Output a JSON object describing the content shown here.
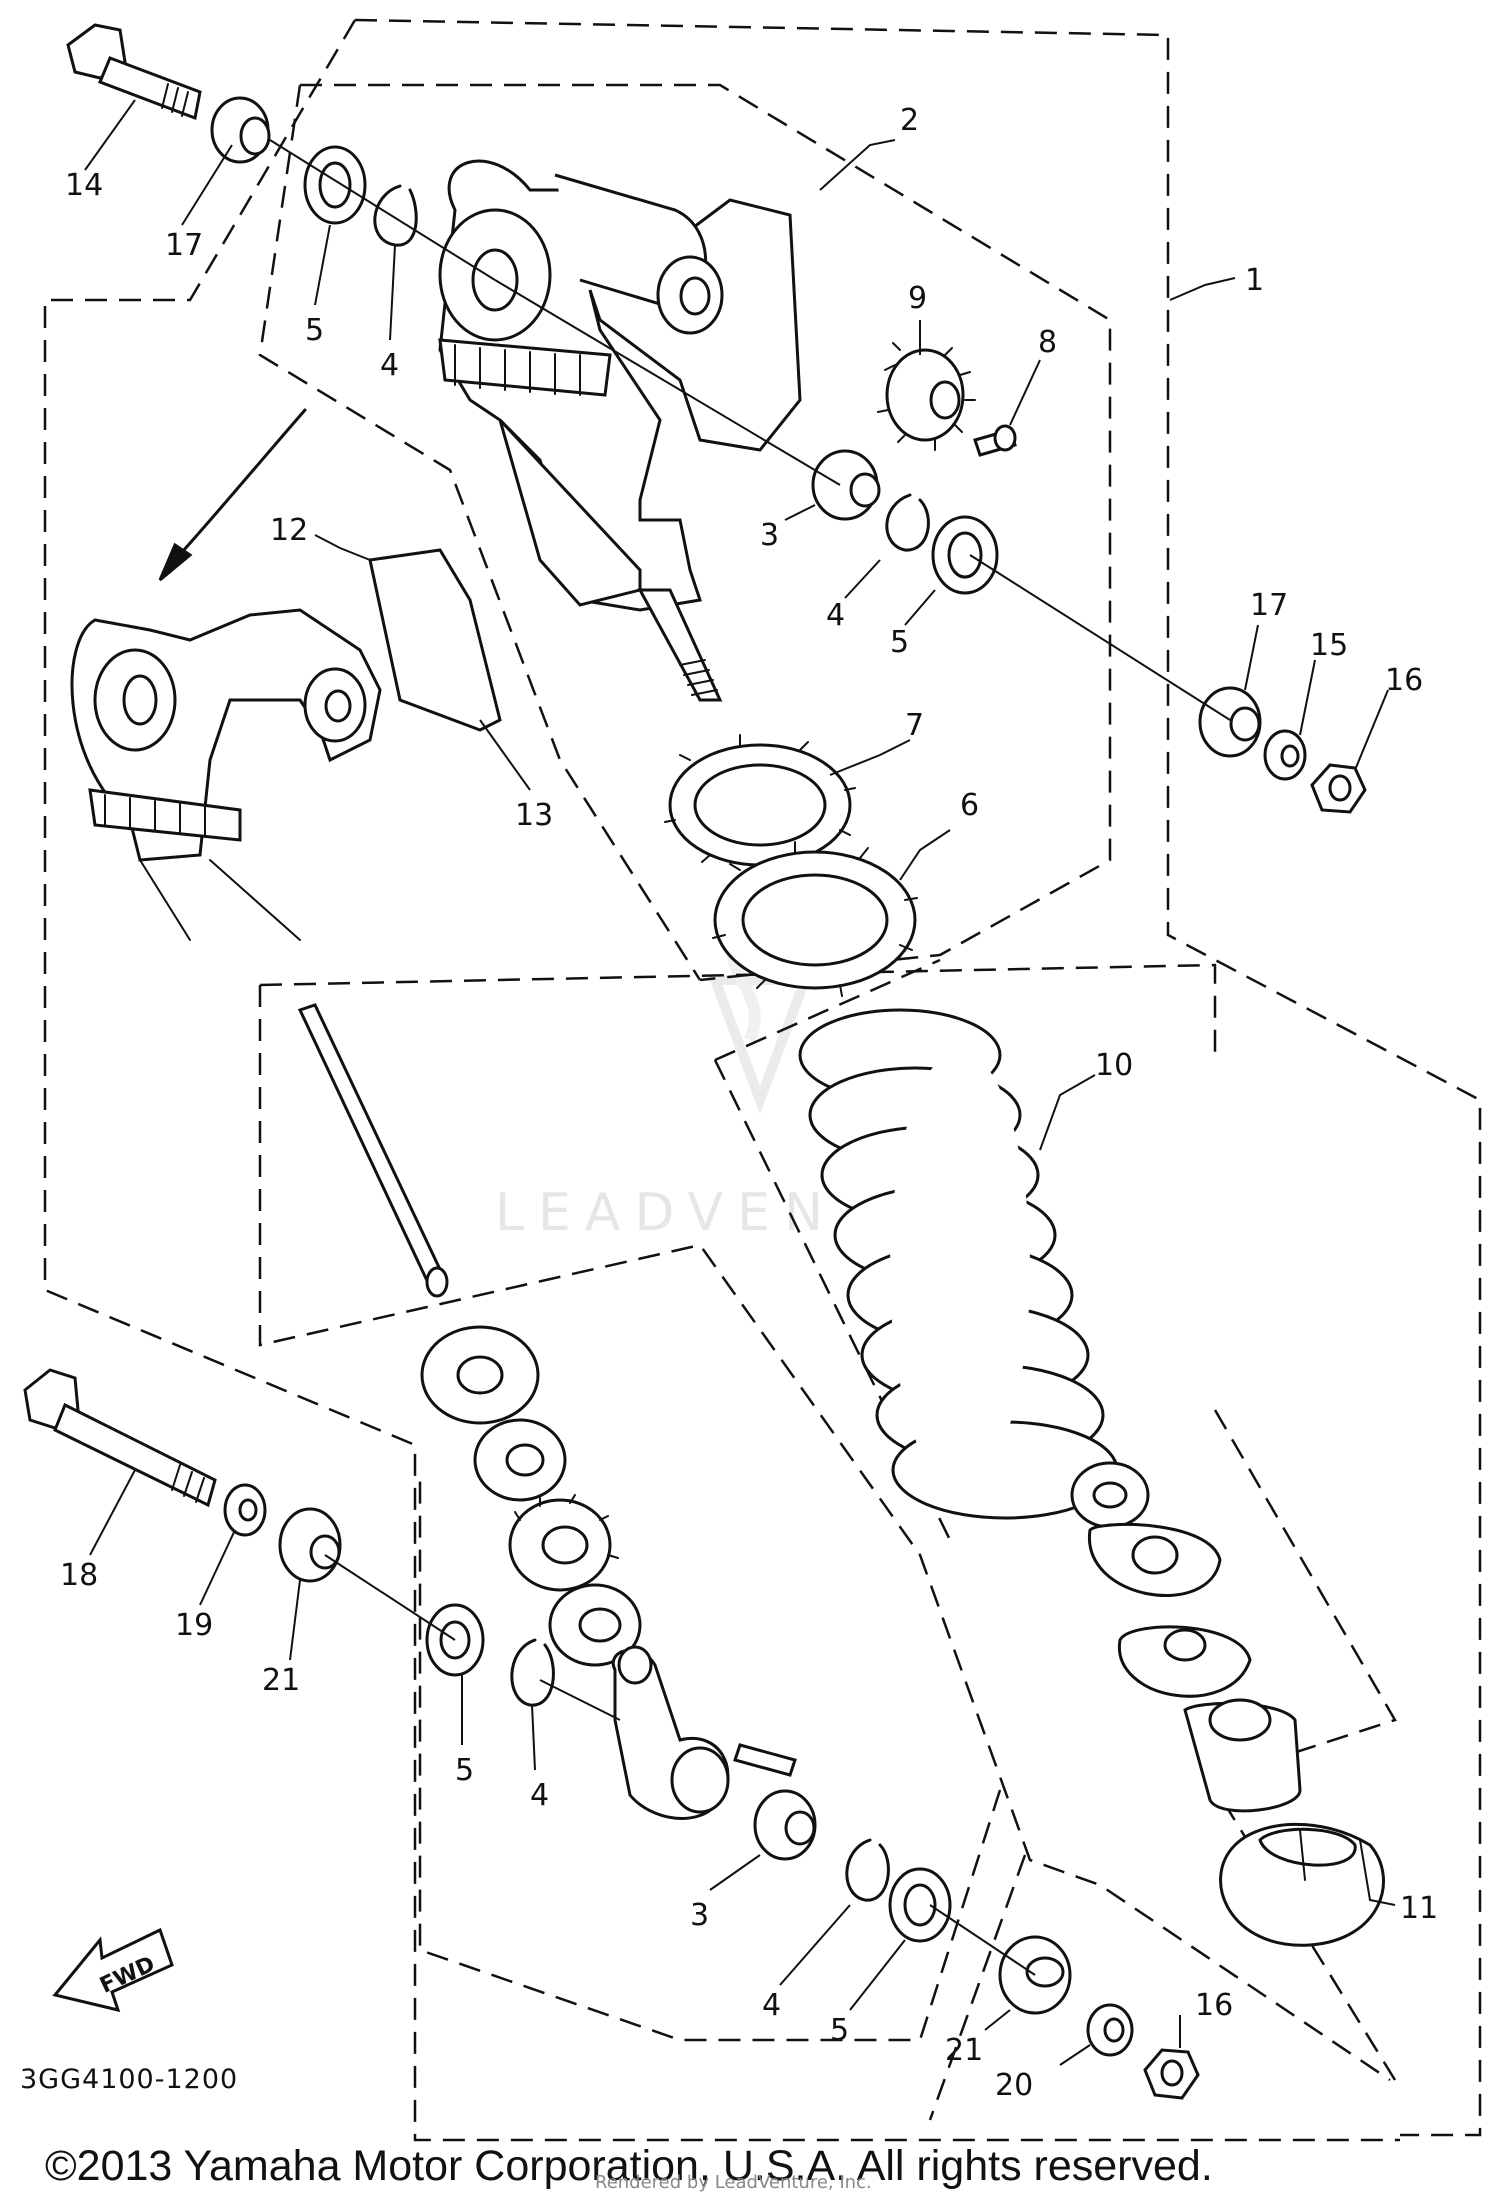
{
  "diagram_code": "3GG4100-1200",
  "copyright": "©2013 Yamaha Motor Corporation, U.S.A. All rights reserved.",
  "watermark": "LEADVENTURE",
  "sub_watermark": "Rendered by LeadVenture, Inc.",
  "fwd_label": "FWD",
  "callouts": {
    "c14": "14",
    "c17a": "17",
    "c5a": "5",
    "c4a": "4",
    "c2": "2",
    "c1": "1",
    "c9": "9",
    "c8": "8",
    "c3a": "3",
    "c4b": "4",
    "c5b": "5",
    "c12": "12",
    "c13": "13",
    "c7": "7",
    "c6": "6",
    "c17b": "17",
    "c15": "15",
    "c16a": "16",
    "c10": "10",
    "c18": "18",
    "c19": "19",
    "c21a": "21",
    "c5c": "5",
    "c4c": "4",
    "c3b": "3",
    "c4d": "4",
    "c5d": "5",
    "c11": "11",
    "c21b": "21",
    "c20": "20",
    "c16b": "16"
  }
}
